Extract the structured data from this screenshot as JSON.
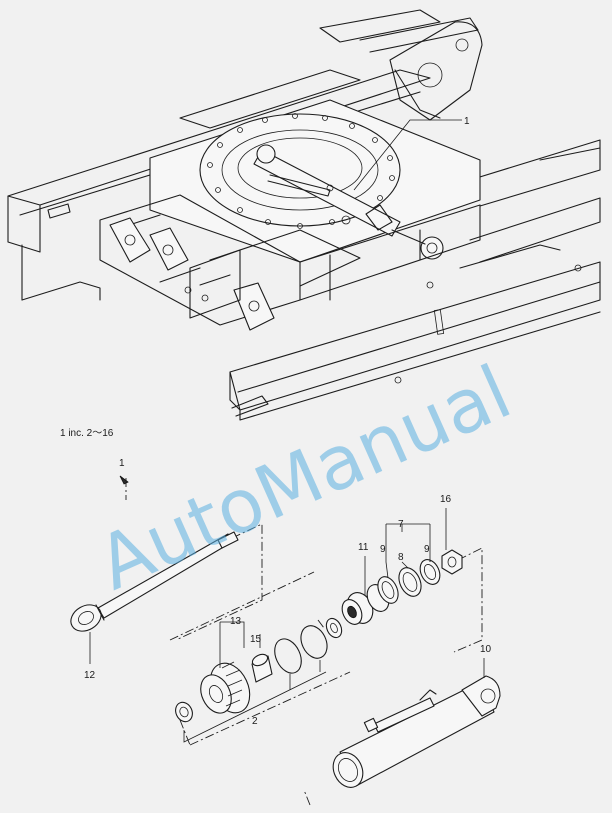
{
  "diagram": {
    "group_label": "1 inc. 2〜16",
    "callouts": {
      "p1_top": "1",
      "p1_group": "1",
      "p2": "2",
      "p7": "7",
      "p8": "8",
      "p9a": "9",
      "p9b": "9",
      "p10": "10",
      "p11": "11",
      "p12": "12",
      "p13": "13",
      "p15": "15",
      "p16": "16"
    }
  },
  "watermark": {
    "text": "AutoManual",
    "color": "#5aaee0"
  }
}
